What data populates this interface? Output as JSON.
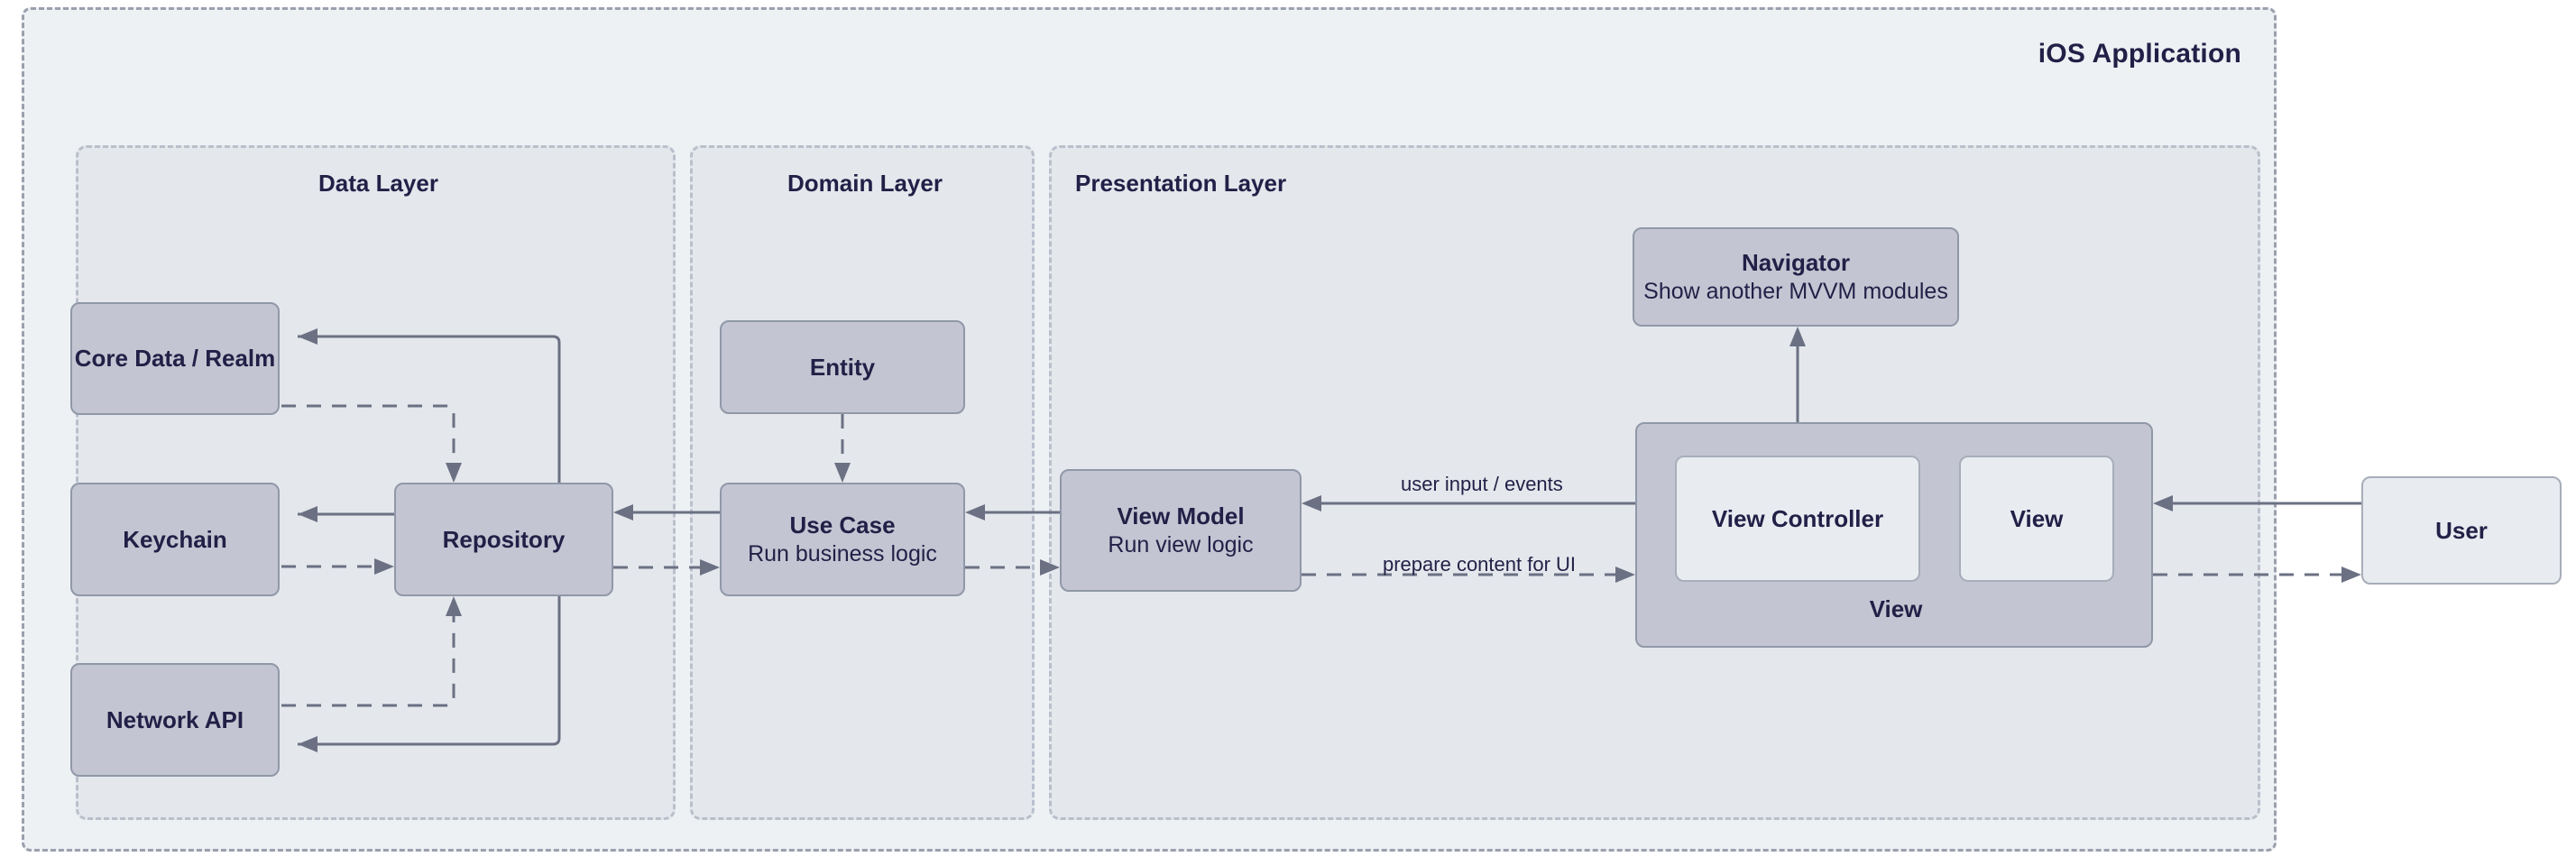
{
  "app": {
    "title": "iOS Application",
    "accent_text_color": "#231f47",
    "node_fill": "#c3c6d2",
    "node_fill_light": "#e8ebf0",
    "layer_fill": "#e4e7ec",
    "app_fill": "#edf1f4",
    "border_color": "#9098a8",
    "wire_color": "#6b7183"
  },
  "layers": [
    {
      "id": "data",
      "title": "Data Layer"
    },
    {
      "id": "domain",
      "title": "Domain Layer"
    },
    {
      "id": "presentation",
      "title": "Presentation Layer"
    }
  ],
  "nodes": {
    "core_data": {
      "title": "Core Data / Realm",
      "subtitle": ""
    },
    "keychain": {
      "title": "Keychain",
      "subtitle": ""
    },
    "network_api": {
      "title": "Network API",
      "subtitle": ""
    },
    "repository": {
      "title": "Repository",
      "subtitle": ""
    },
    "entity": {
      "title": "Entity",
      "subtitle": ""
    },
    "use_case": {
      "title": "Use Case",
      "subtitle": "Run business logic"
    },
    "view_model": {
      "title": "View Model",
      "subtitle": "Run view logic"
    },
    "navigator": {
      "title": "Navigator",
      "subtitle": "Show another MVVM modules"
    },
    "view_container": {
      "title": "View"
    },
    "view_controller": {
      "title": "View Controller",
      "subtitle": ""
    },
    "view": {
      "title": "View",
      "subtitle": ""
    },
    "user": {
      "title": "User",
      "subtitle": ""
    }
  },
  "edges": [
    {
      "from": "repository",
      "to": "core_data",
      "style": "solid",
      "label": ""
    },
    {
      "from": "core_data",
      "to": "repository",
      "style": "dashed",
      "label": ""
    },
    {
      "from": "repository",
      "to": "keychain",
      "style": "solid",
      "label": ""
    },
    {
      "from": "keychain",
      "to": "repository",
      "style": "dashed",
      "label": ""
    },
    {
      "from": "repository",
      "to": "network_api",
      "style": "solid",
      "label": ""
    },
    {
      "from": "network_api",
      "to": "repository",
      "style": "dashed",
      "label": ""
    },
    {
      "from": "use_case",
      "to": "repository",
      "style": "solid",
      "label": ""
    },
    {
      "from": "repository",
      "to": "use_case",
      "style": "dashed",
      "label": ""
    },
    {
      "from": "entity",
      "to": "use_case",
      "style": "dashed",
      "label": ""
    },
    {
      "from": "view_model",
      "to": "use_case",
      "style": "solid",
      "label": ""
    },
    {
      "from": "use_case",
      "to": "view_model",
      "style": "dashed",
      "label": ""
    },
    {
      "from": "view_container",
      "to": "view_model",
      "style": "solid",
      "label": "user input / events"
    },
    {
      "from": "view_model",
      "to": "view_container",
      "style": "dashed",
      "label": "prepare content for UI"
    },
    {
      "from": "view_controller",
      "to": "navigator",
      "style": "solid",
      "label": ""
    },
    {
      "from": "user",
      "to": "view_container",
      "style": "solid",
      "label": ""
    },
    {
      "from": "view_container",
      "to": "user",
      "style": "dashed",
      "label": ""
    }
  ],
  "edge_labels": {
    "user_input": "user input / events",
    "prepare_content": "prepare content for UI"
  }
}
